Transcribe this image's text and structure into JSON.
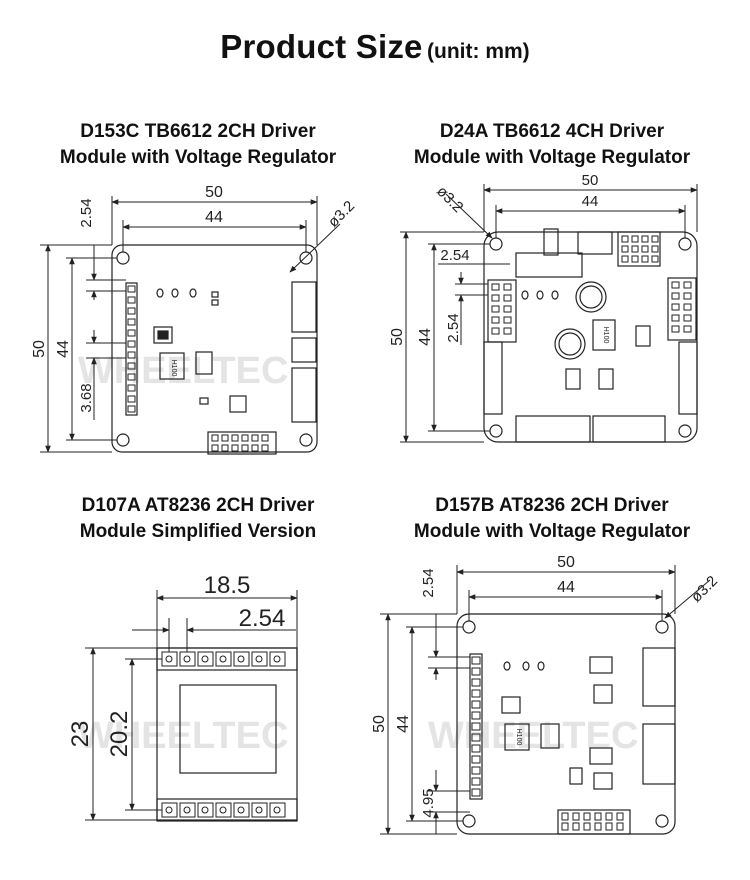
{
  "title": {
    "main": "Product Size",
    "unit": "(unit: mm)"
  },
  "watermark": "WHEELTEC",
  "modules": [
    {
      "line1": "D153C TB6612 2CH Driver",
      "line2": "Module with Voltage Regulator",
      "dims": {
        "width_outer": "50",
        "width_inner": "44",
        "hole": "ø3.2",
        "offset": "2.54",
        "height_outer": "50",
        "height_inner": "44",
        "pitch": "3.68"
      },
      "chip_label": "H100"
    },
    {
      "line1": "D24A TB6612 4CH Driver",
      "line2": "Module with Voltage Regulator",
      "dims": {
        "width_outer": "50",
        "width_inner": "44",
        "hole": "ø3.2",
        "offset": "2.54",
        "height_outer": "50",
        "height_inner": "44",
        "pitch": "2.54"
      },
      "chip_label": "H100"
    },
    {
      "line1": "D107A AT8236 2CH Driver",
      "line2": "Module Simplified Version",
      "dims": {
        "width": "18.5",
        "pitch": "2.54",
        "height_outer": "23",
        "height_inner": "20.2"
      }
    },
    {
      "line1": "D157B AT8236 2CH Driver",
      "line2": "Module with Voltage Regulator",
      "dims": {
        "width_outer": "50",
        "width_inner": "44",
        "hole": "ø3.2",
        "offset": "2.54",
        "height_outer": "50",
        "height_inner": "44",
        "pitch": "4.95"
      },
      "chip_label": "H100"
    }
  ]
}
